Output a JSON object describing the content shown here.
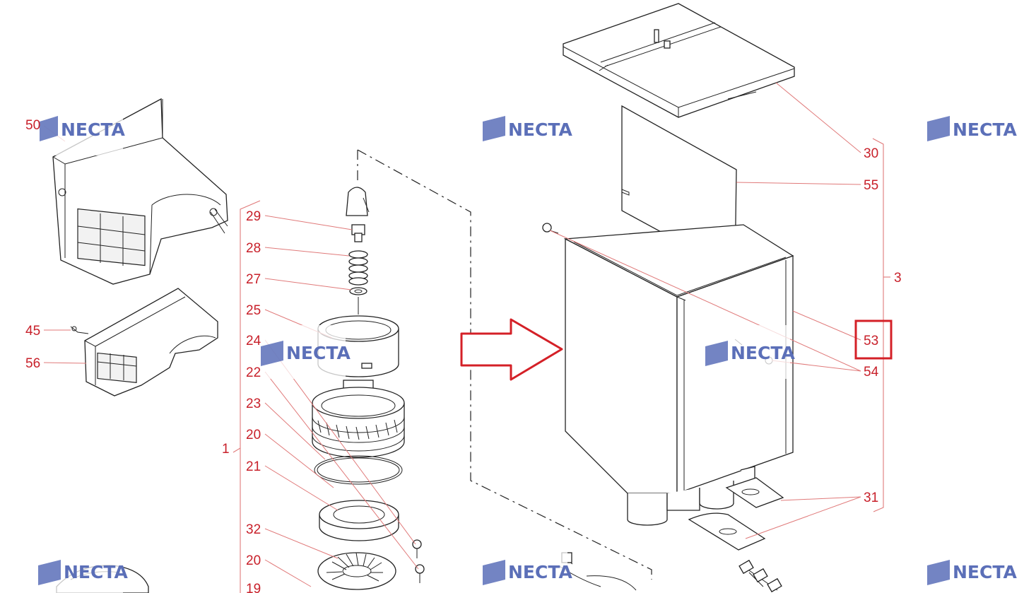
{
  "watermark": {
    "text": "NECTA",
    "brand_color": "#5b6fb8"
  },
  "labels": {
    "p50": "50",
    "p45": "45",
    "p56": "56",
    "p29": "29",
    "p28": "28",
    "p27": "27",
    "p25": "25",
    "p24": "24",
    "p22": "22",
    "p23": "23",
    "p20a": "20",
    "p21": "21",
    "p32": "32",
    "p20b": "20",
    "p19": "19",
    "p1": "1",
    "p30": "30",
    "p55": "55",
    "p3": "3",
    "p53": "53",
    "p54": "54",
    "p31": "31"
  },
  "highlight": {
    "label": "53",
    "color": "#d42027"
  },
  "colors": {
    "label_red": "#c8202a",
    "leader": "#e07a7a",
    "arrow": "#d42027"
  }
}
